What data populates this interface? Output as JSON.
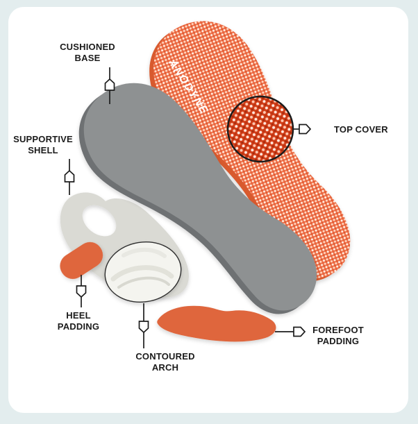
{
  "brand": {
    "name": "ANODYNE"
  },
  "labels": {
    "cushioned_base": "CUSHIONED BASE",
    "supportive_shell": "SUPPORTIVE SHELL",
    "heel_padding": "HEEL PADDING",
    "contoured_arch": "CONTOURED ARCH",
    "forefoot_padding": "FOREFOOT PADDING",
    "top_cover": "TOP COVER"
  },
  "colors": {
    "page_bg": "#e3edee",
    "card_bg": "#ffffff",
    "top_cover": "#ee7048",
    "top_cover_edge": "#d85a2e",
    "magnifier": "#d13d17",
    "base_gray": "#8e9192",
    "base_gray_edge": "#6e7173",
    "shell_gray": "#dadad4",
    "padding_orange": "#df663c",
    "arch_white": "#f4f4ef",
    "line": "#1c1c1c",
    "label_text": "#1b1b1b"
  },
  "icons": {
    "label_tag": "pentagon-tag",
    "magnifier": "zoom-detail-circle"
  }
}
